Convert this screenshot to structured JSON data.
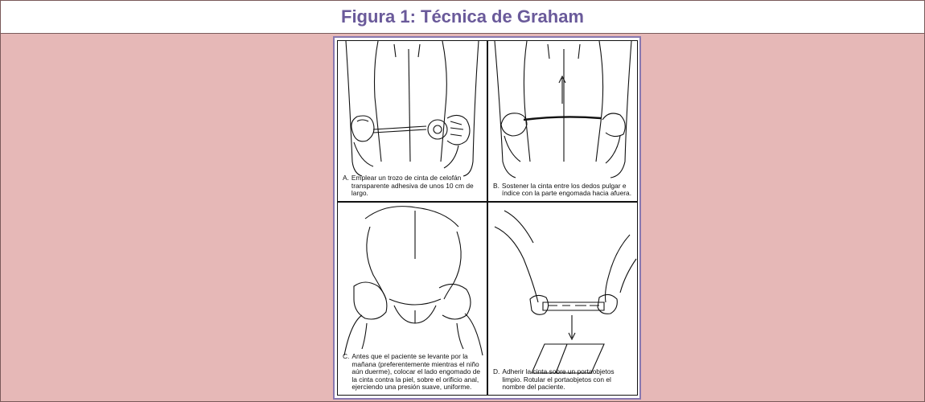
{
  "title": "Figura 1: Técnica de Graham",
  "panels": [
    {
      "letter": "A.",
      "text": "Emplear un trozo de cinta de celofán transparente adhesiva de unos 10 cm de largo."
    },
    {
      "letter": "B.",
      "text": "Sostener la cinta entre los dedos pulgar e índice con la parte engomada hacia afuera."
    },
    {
      "letter": "C.",
      "text": "Antes que el paciente se levante por la mañana (preferentemente mientras el niño aún duerme), colocar el lado engomado de la cinta contra la piel, sobre el orificio anal, ejerciendo una presión suave, uniforme."
    },
    {
      "letter": "D.",
      "text": "Adherir la cinta sobre un portaobjetos limpio. Rotular el portaobjetos con el nombre del paciente."
    }
  ],
  "colors": {
    "background": "#e6b8b7",
    "title": "#6a5a9a",
    "figure_border": "#8878b0"
  }
}
